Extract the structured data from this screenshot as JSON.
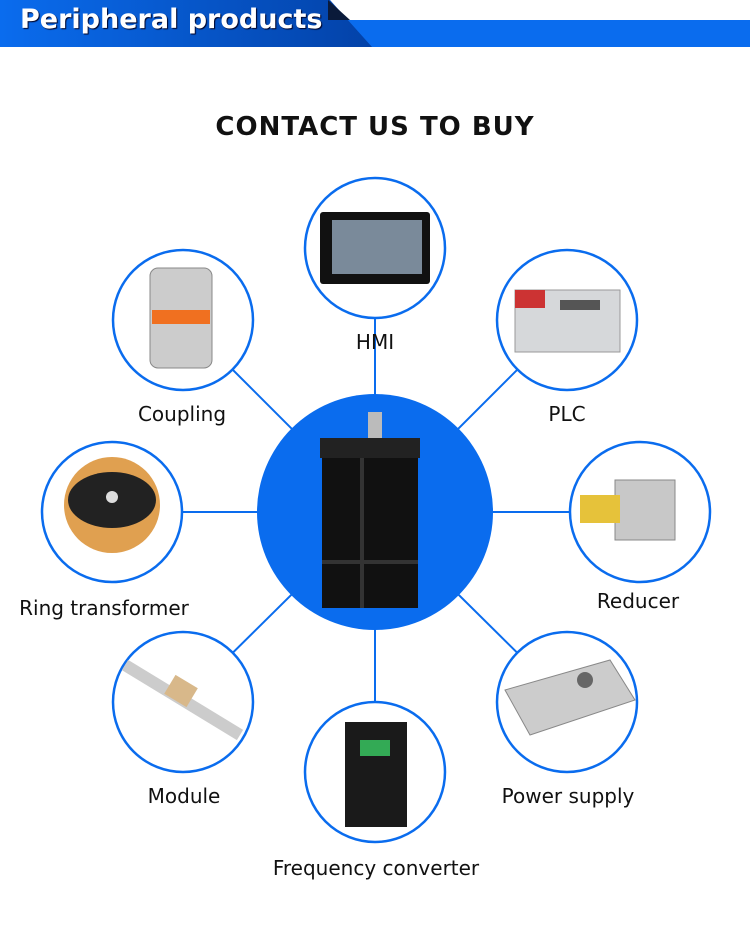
{
  "header": {
    "title": "Peripheral products",
    "accent": "#0a6cee"
  },
  "heading": "CONTACT US TO BUY",
  "center": {
    "icon": "stepper-motor-icon"
  },
  "products": [
    {
      "label": "HMI",
      "icon": "hmi-icon"
    },
    {
      "label": "PLC",
      "icon": "plc-icon"
    },
    {
      "label": "Reducer",
      "icon": "reducer-icon"
    },
    {
      "label": "Power supply",
      "icon": "power-supply-icon"
    },
    {
      "label": "Frequency converter",
      "icon": "frequency-converter-icon"
    },
    {
      "label": "Module",
      "icon": "module-icon"
    },
    {
      "label": "Ring transformer",
      "icon": "ring-transformer-icon"
    },
    {
      "label": "Coupling",
      "icon": "coupling-icon"
    }
  ]
}
